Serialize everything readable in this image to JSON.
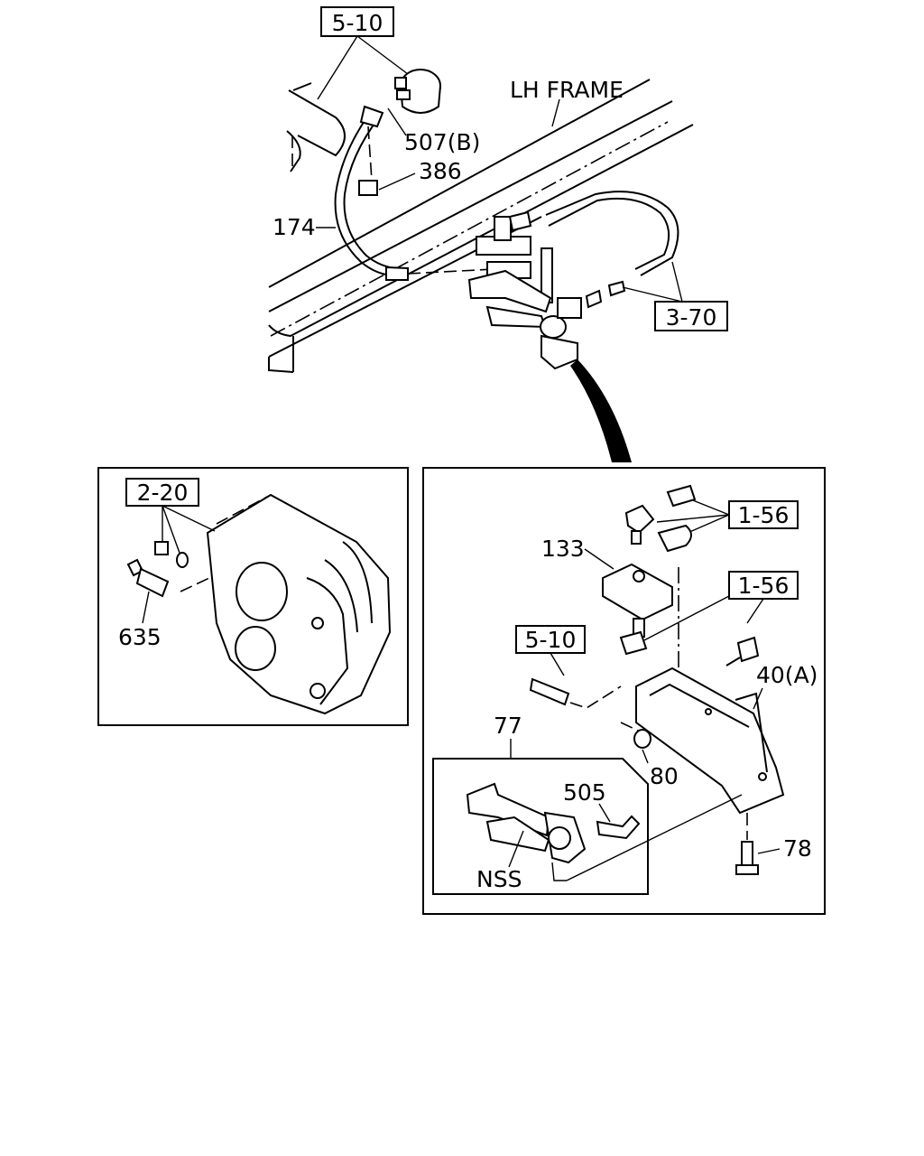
{
  "labels": {
    "lh_frame": "LH FRAME",
    "p174": "174",
    "p386": "386",
    "p507b": "507(B)",
    "p133": "133",
    "p40a": "40(A)",
    "p80": "80",
    "p77": "77",
    "p505": "505",
    "nss": "NSS",
    "p78": "78",
    "p635": "635"
  },
  "refs": {
    "top_5_10": "5-10",
    "top_3_70": "3-70",
    "left_2_20": "2-20",
    "right_1_56_a": "1-56",
    "right_1_56_b": "1-56",
    "right_5_10": "5-10"
  }
}
